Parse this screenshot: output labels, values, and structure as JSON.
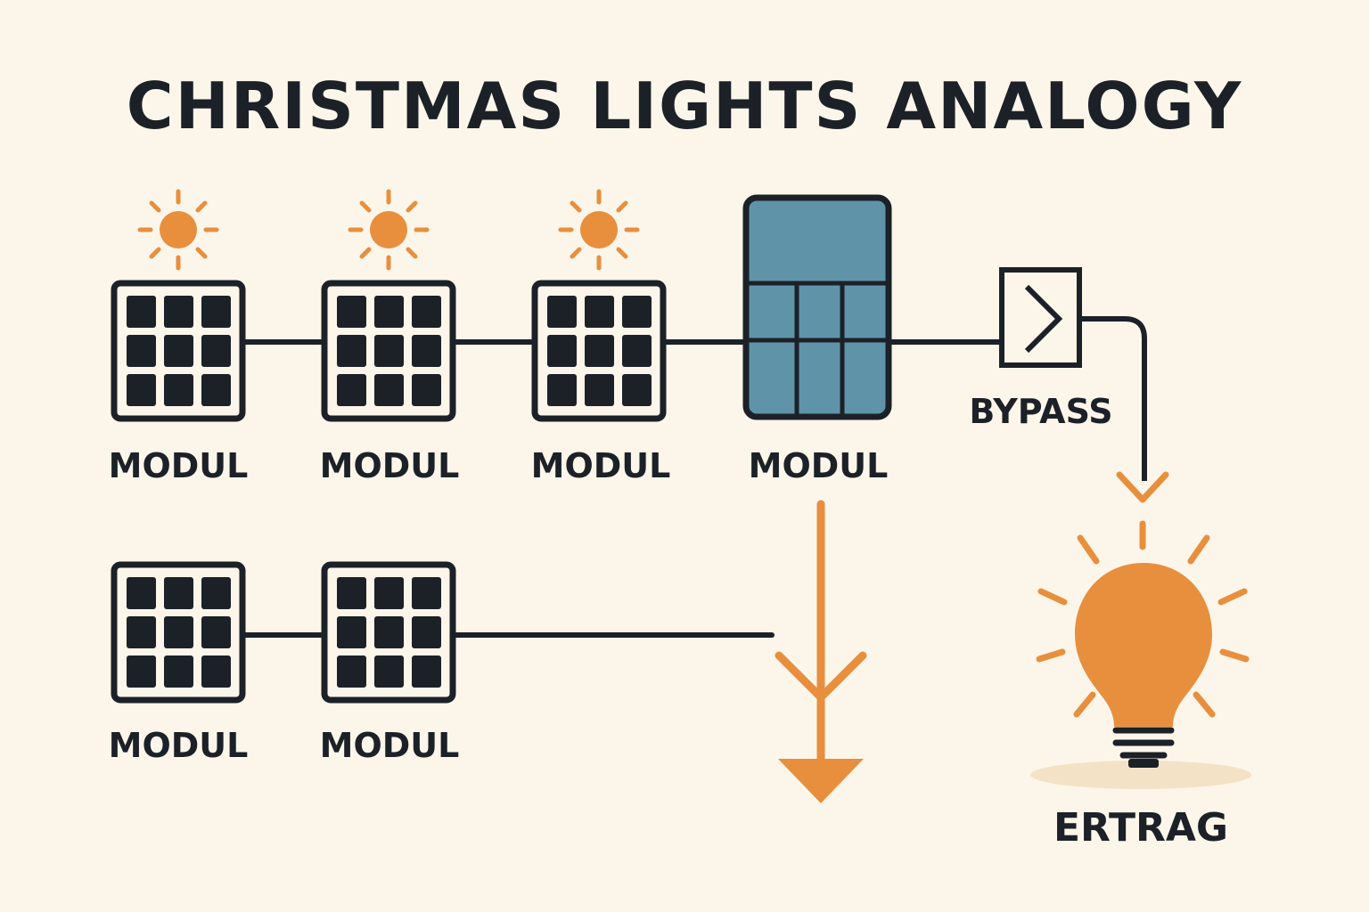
{
  "title": "CHRISTMAS LIGHTS ANALOGY",
  "modules_top": [
    {
      "label": "MODUL",
      "state": "sunlit"
    },
    {
      "label": "MODUL",
      "state": "sunlit"
    },
    {
      "label": "MODUL",
      "state": "sunlit"
    },
    {
      "label": "MODUL",
      "state": "shaded"
    }
  ],
  "modules_bottom": [
    {
      "label": "MODUL"
    },
    {
      "label": "MODUL"
    }
  ],
  "bypass_label": "BYPASS",
  "output_label": "ERTRAG",
  "colors": {
    "background": "#fcf6ea",
    "ink": "#1c2128",
    "accent": "#e88f3e",
    "shaded_module": "#5f94a8"
  },
  "icons": [
    "sun-icon",
    "solar-panel-icon",
    "bypass-diode-icon",
    "light-bulb-icon",
    "arrow-down-icon"
  ]
}
